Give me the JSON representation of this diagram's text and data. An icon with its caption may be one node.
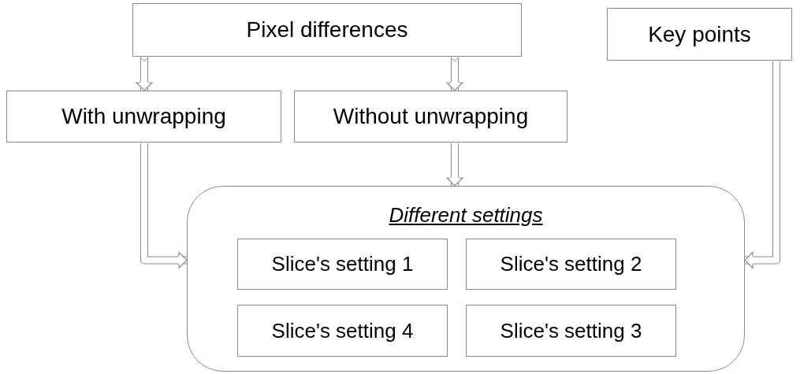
{
  "diagram": {
    "nodes": [
      {
        "text": [
          "Pixel differences"
        ]
      },
      {
        "text": [
          "Key points"
        ]
      },
      {
        "text": [
          "With unwrapping"
        ]
      },
      {
        "text": [
          "Without unwrapping"
        ]
      },
      {
        "text": [
          "Different settings"
        ]
      },
      {
        "text": [
          "Slice's setting 1"
        ],
        "in": 4
      },
      {
        "text": [
          "Slice's setting 2"
        ],
        "in": 4
      },
      {
        "text": [
          "Slice's setting 4"
        ],
        "in": 4
      },
      {
        "text": [
          "Slice's setting 3"
        ],
        "in": 4
      }
    ],
    "edges": [
      {
        "from": 0,
        "to": 2,
        "arrow": "to"
      },
      {
        "from": 0,
        "to": 3,
        "arrow": "to"
      },
      {
        "from": 3,
        "to": 4,
        "arrow": "to"
      },
      {
        "from": 2,
        "to": 4,
        "arrow": "to"
      },
      {
        "from": 1,
        "to": 4,
        "arrow": "to"
      }
    ]
  }
}
